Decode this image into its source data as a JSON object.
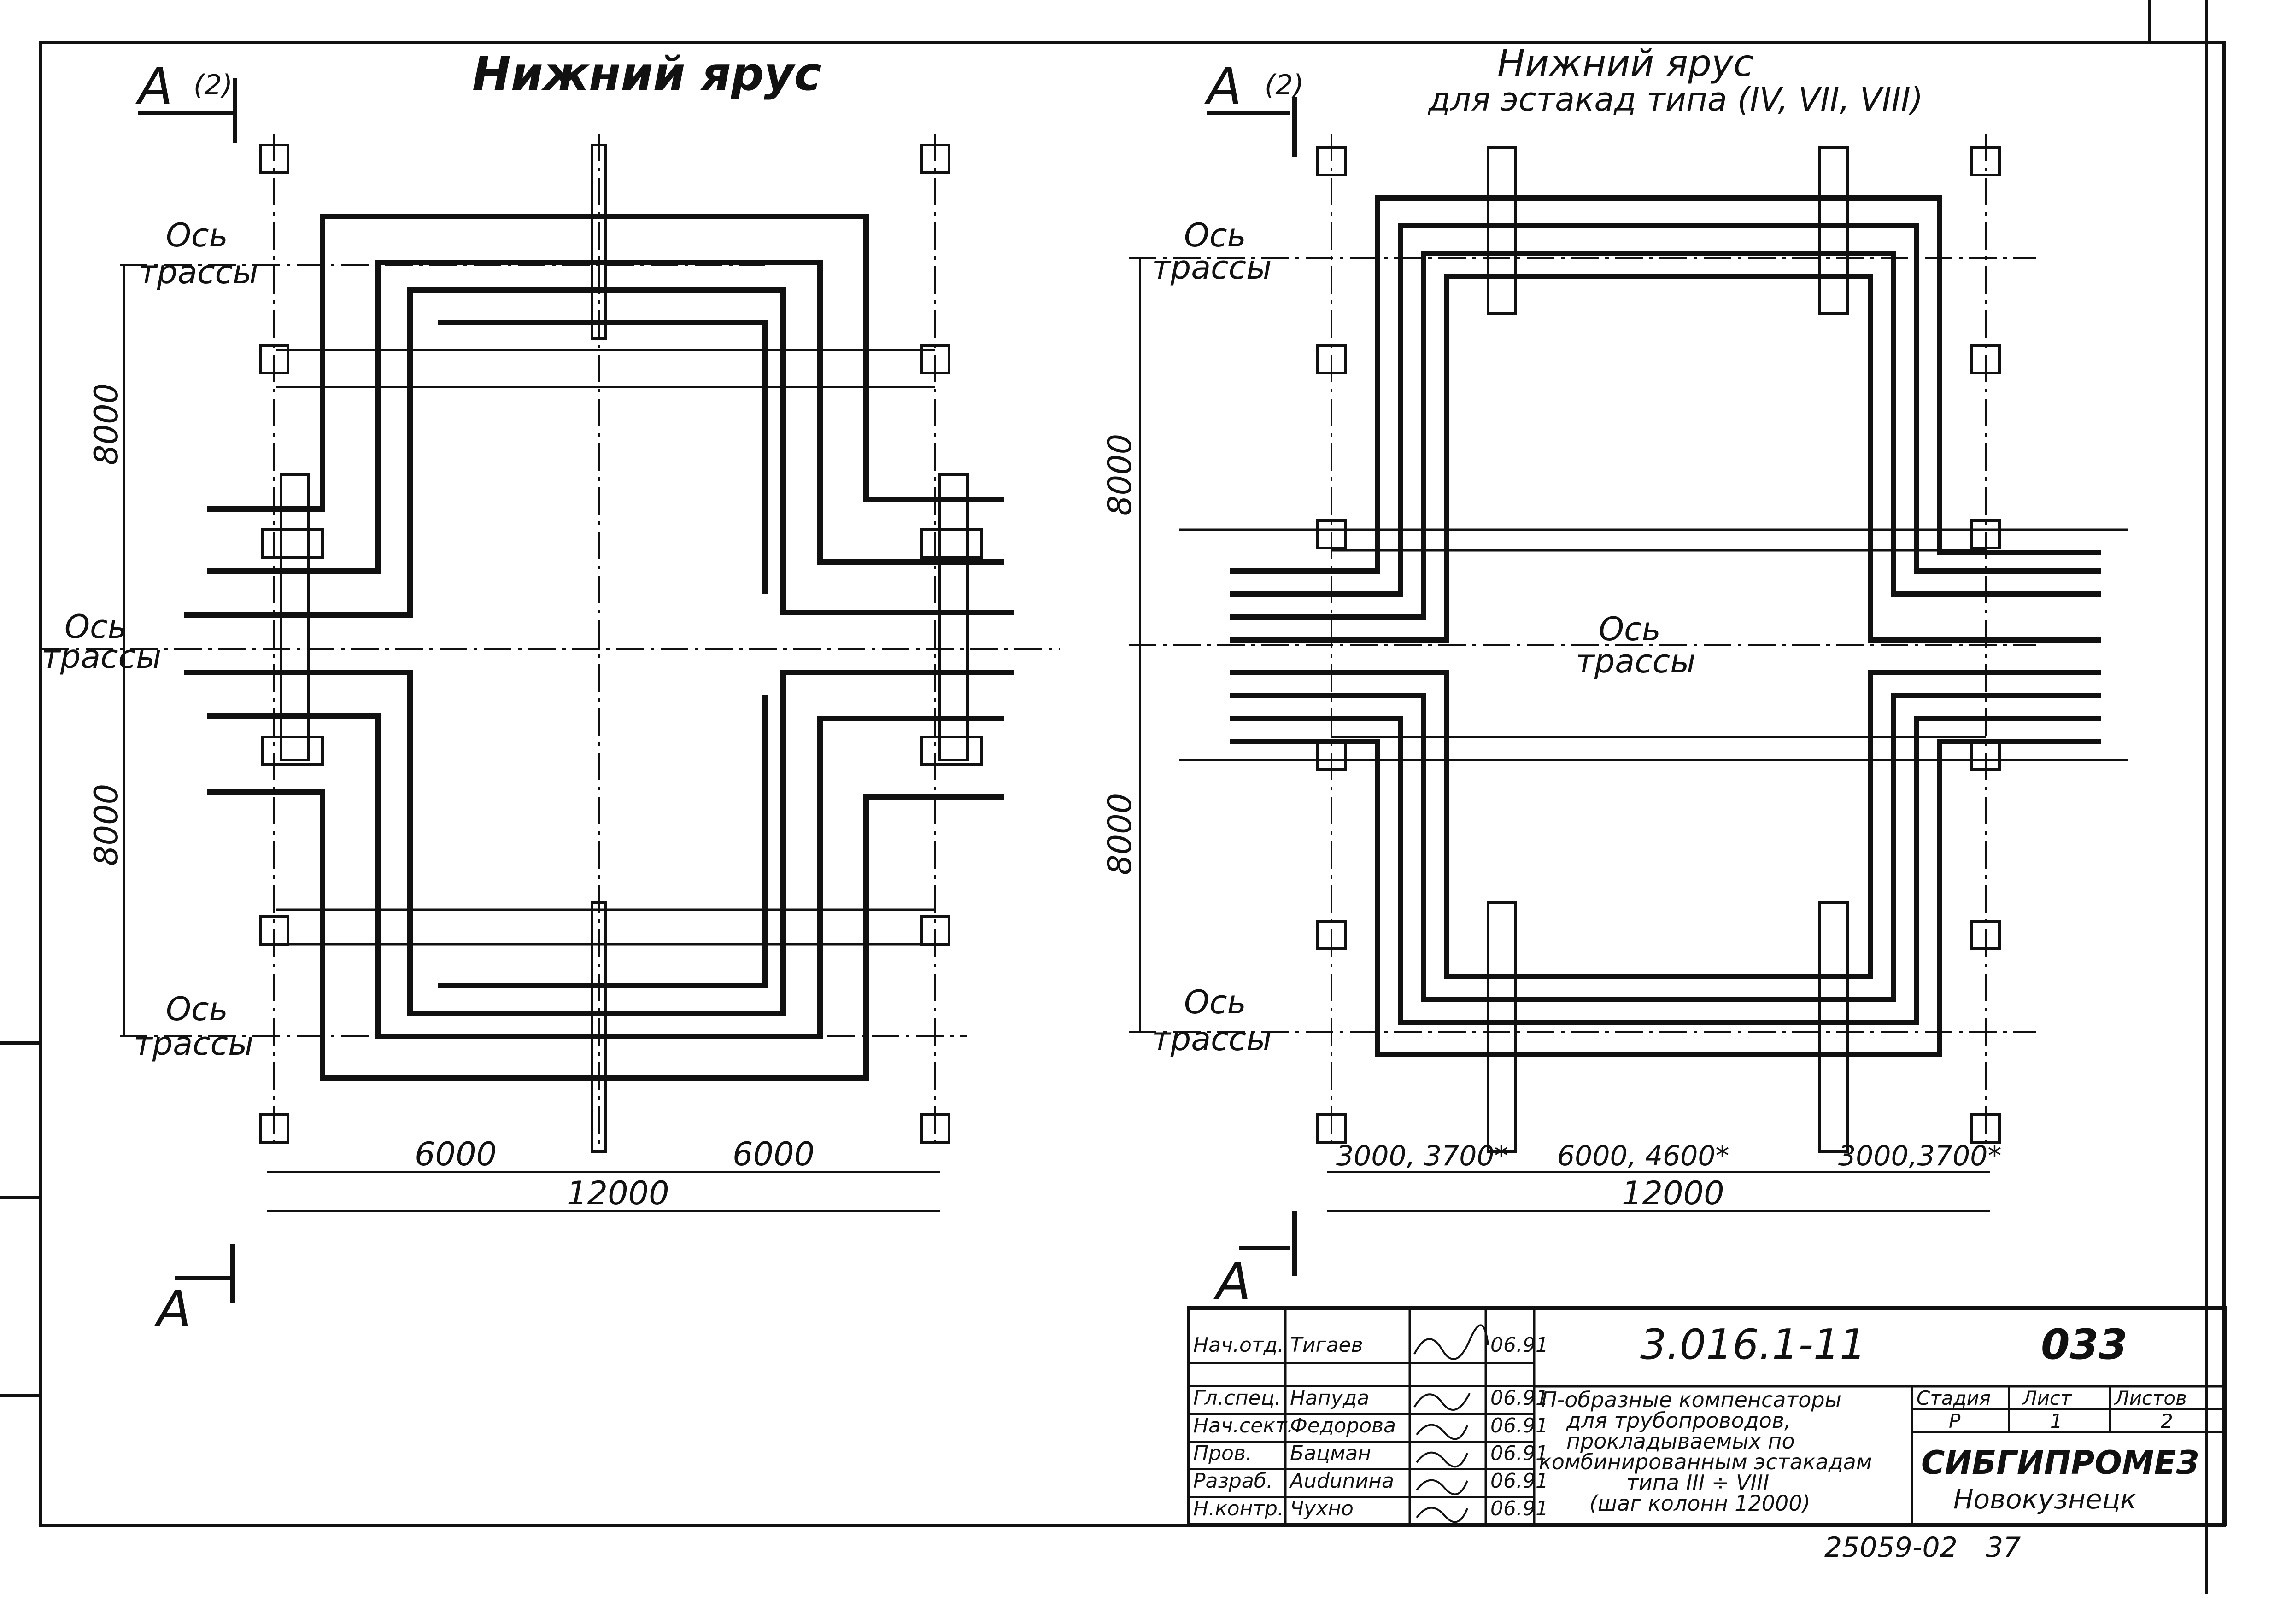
{
  "left_view": {
    "section_mark": "A",
    "section_ref": "(2)",
    "title": "Нижний ярус",
    "axis_label_1": "Ось",
    "axis_label_2": "трассы",
    "dim_vertical": [
      "8000",
      "8000"
    ],
    "dim_horizontal": [
      "6000",
      "6000"
    ],
    "dim_total": "12000"
  },
  "right_view": {
    "section_mark": "A",
    "section_ref": "(2)",
    "title_line1": "Нижний ярус",
    "title_line2": "для эстакад типа (IV, VII, VIII)",
    "axis_label_1": "Ось",
    "axis_label_2": "трассы",
    "dim_vertical": [
      "8000",
      "8000"
    ],
    "dim_horizontal": [
      "3000, 3700*",
      "6000, 4600*",
      "3000,3700*"
    ],
    "dim_total": "12000"
  },
  "section_bottom_left": "A",
  "section_bottom_right": "A",
  "title_block": {
    "doc_code": "3.016.1-11",
    "sheet_code": "033",
    "description": [
      "П-образные компенсаторы",
      "для трубопроводов,",
      "прокладываемых по",
      "комбинированным эстакадам",
      "типа III ÷ VIII",
      "(шаг колонн 12000)"
    ],
    "signatures": [
      {
        "role": "Нач.отд.",
        "name": "Тигаев",
        "date": "06.91"
      },
      {
        "role": "Гл.спец.",
        "name": "Напуда",
        "date": "06.91"
      },
      {
        "role": "Нач.сект.",
        "name": "Федорова",
        "date": "06.91"
      },
      {
        "role": "Пров.",
        "name": "Бацман",
        "date": "06.91"
      },
      {
        "role": "Разраб.",
        "name": "Audunина",
        "date": "06.91"
      },
      {
        "role": "Н.контр.",
        "name": "Чухно",
        "date": "06.91"
      }
    ],
    "stage_header": "Стадия",
    "sheet_header": "Лист",
    "sheets_header": "Листов",
    "stage_value": "Р",
    "sheet_value": "1",
    "sheets_value": "2",
    "organization": "СИБГИПРОМЕЗ",
    "city": "Новокузнецк"
  },
  "footer_code": "25059-02",
  "footer_page": "37"
}
